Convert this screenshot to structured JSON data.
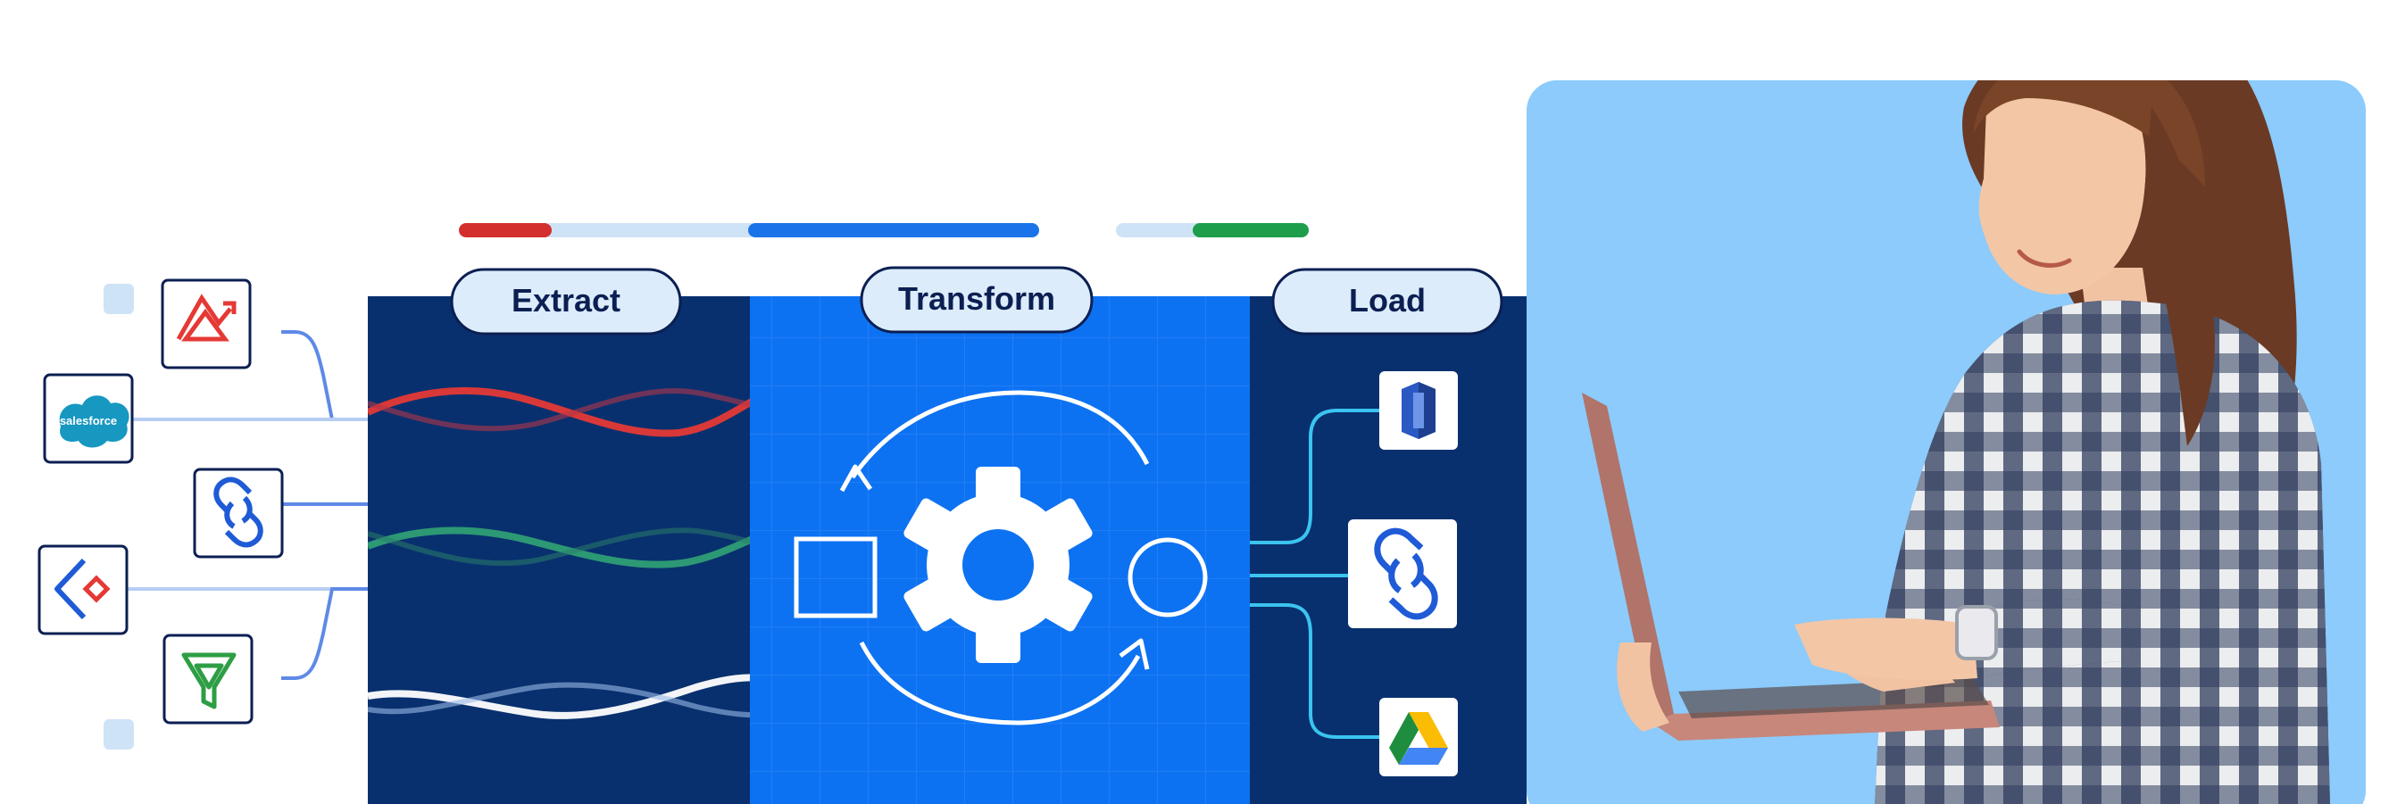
{
  "stages": [
    {
      "label": "Extract"
    },
    {
      "label": "Transform"
    },
    {
      "label": "Load"
    }
  ],
  "sources": [
    {
      "icon": "zoho-analytics-icon",
      "color": "#e53935"
    },
    {
      "icon": "salesforce-icon",
      "text": "salesforce",
      "color": "#1798c1"
    },
    {
      "icon": "zoho-crm-icon",
      "color": "#1f5bd6"
    },
    {
      "icon": "zoho-creator-icon",
      "color": "#1f5bd6"
    },
    {
      "icon": "funnel-icon",
      "color": "#2e9e44"
    }
  ],
  "destinations": [
    {
      "icon": "amazon-redshift-icon",
      "color": "#2b59c3"
    },
    {
      "icon": "zoho-crm-icon",
      "color": "#1f5bd6"
    },
    {
      "icon": "google-drive-icon",
      "color": "#1e8e3e"
    }
  ],
  "progress": {
    "segments": [
      {
        "color": "#d32f2f"
      },
      {
        "color": "#cfe3f6"
      },
      {
        "color": "#1a73e8"
      },
      {
        "color": "#cfe3f6"
      },
      {
        "color": "#1e9e4a"
      }
    ]
  },
  "colors": {
    "navy": "#08306e",
    "transform_blue": "#0d72f2",
    "photo_bg": "#8ccbfb",
    "wave_red": "#e53935",
    "wave_green": "#2f9e74",
    "wave_white": "#ffffff"
  }
}
